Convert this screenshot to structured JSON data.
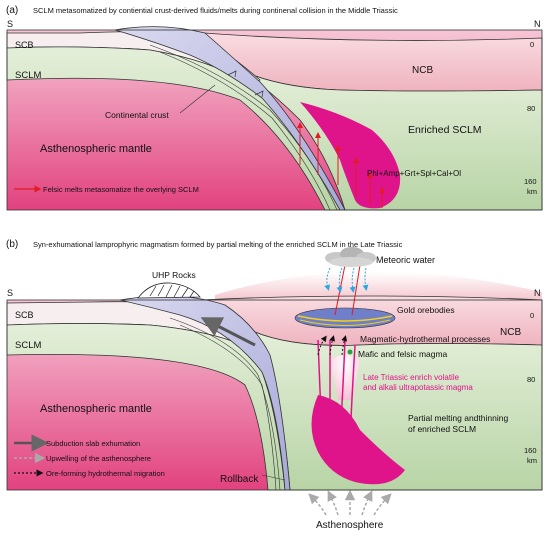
{
  "panel_a": {
    "label": "(a)",
    "title": "SCLM metasomatized by contiential crust-derived fluids/melts  during continenal collision in the Middle Triassic",
    "S": "S",
    "N": "N",
    "scb": "SCB",
    "sclm": "SCLM",
    "ncb": "NCB",
    "continental_crust": "Continental crust",
    "asthenospheric_mantle": "Asthenospheric mantle",
    "enriched_sclm": "Enriched SCLM",
    "mineral_assemblage": "Phl+Amp+Grt+Spl+Cal+Ol",
    "legend_felsic": "Felsic melts metasomatize the overlying SCLM",
    "depth_ticks": [
      "0",
      "80",
      "160"
    ],
    "depth_unit": "km"
  },
  "panel_b": {
    "label": "(b)",
    "title": "Syn-exhumational  lamprophyric magmatism formed by partial melting of the enriched SCLM in the Late Triassic",
    "S": "S",
    "N": "N",
    "scb": "SCB",
    "sclm": "SCLM",
    "ncb": "NCB",
    "uhp_rocks": "UHP Rocks",
    "meteoric_water": "Meteoric water",
    "gold_orebodies": "Gold orebodies",
    "magmatic_hydrothermal": "Magmatic-hydrothermal processes",
    "mafic_felsic": "Mafic and felsic magma",
    "late_triassic_1": "Late Triassic enrich volatile",
    "late_triassic_2": "and alkali ultrapotassic magma",
    "partial_melting_1": "Partial melting andthinning",
    "partial_melting_2": "of enriched SCLM",
    "asthenospheric_mantle": "Asthenospheric mantle",
    "rollback": "Rollback",
    "asthenosphere": "Asthenosphere",
    "legend_exhumation": "Subduction slab exhumation",
    "legend_upwelling": "Upwelling of the asthenosphere",
    "legend_hydrothermal": "Ore-forming hydrothermal migration",
    "depth_ticks": [
      "0",
      "80",
      "160"
    ],
    "depth_unit": "km"
  },
  "colors": {
    "asthenosphere_pink": "#e8709a",
    "sclm_green": "#cfe3c2",
    "ncb_pink": "#f5c9cf",
    "scb_white": "#f7eef0",
    "slab_lavender": "#c3c3e6",
    "magenta_melt": "#e0148a",
    "red_arrow": "#e31b23"
  }
}
